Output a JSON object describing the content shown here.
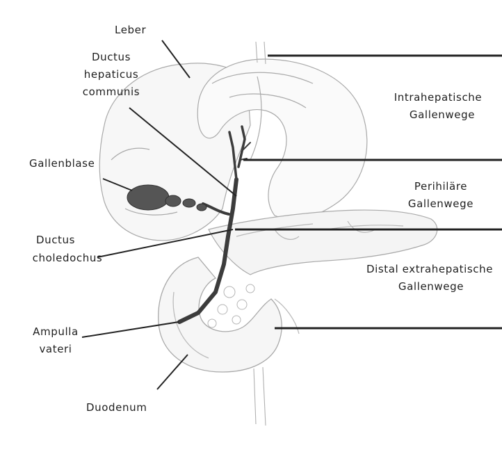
{
  "labels": {
    "leber": "Leber",
    "ductus_hepaticus": [
      "Ductus",
      "hepaticus",
      "communis"
    ],
    "gallenblase": "Gallenblase",
    "ductus_choledochus": [
      "Ductus",
      "choledochus"
    ],
    "ampulla_vateri": [
      "Ampulla",
      "vateri"
    ],
    "duodenum": "Duodenum",
    "intrahepatische": [
      "Intrahepatische",
      "Gallenwege"
    ],
    "perihilaere": [
      "Perihiläre",
      "Gallenwege"
    ],
    "distal": [
      "Distal extrahepatische",
      "Gallenwege"
    ]
  },
  "colors": {
    "outline": "#a9a9a9",
    "duct": "#3c3c3c",
    "gallbladder": "#555555",
    "leader": "#222222",
    "text": "#1e1e1e"
  }
}
